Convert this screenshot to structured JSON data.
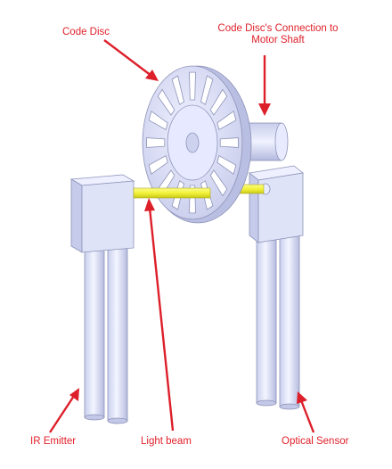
{
  "labels": {
    "code_disc": "Code Disc",
    "connection_line1": "Code Disc's Connection to",
    "connection_line2": "Motor Shaft",
    "ir_emitter": "IR Emitter",
    "light_beam": "Light beam",
    "optical_sensor": "Optical Sensor"
  },
  "colors": {
    "label_text": "#e0202a",
    "arrow": "#dd1f2a",
    "part_fill": "#dfe3f8",
    "part_shadow": "#b9bfe2",
    "part_outline": "#8d93b8",
    "light_beam": "#f2f23a"
  }
}
